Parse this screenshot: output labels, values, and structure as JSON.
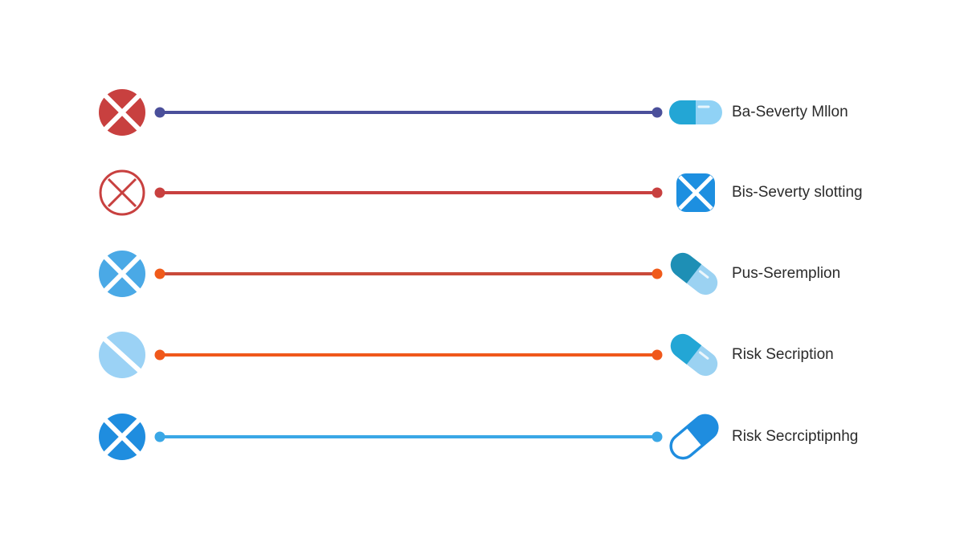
{
  "rows": [
    {
      "label": "Ba-Severty Mllon",
      "line_color": "#4a4f9a",
      "left_icon": "red-x-circle-icon",
      "left_color": "#c8403f",
      "right_icon": "capsule-horizontal-icon",
      "right_colors": [
        "#23a6d5",
        "#90d2f5"
      ]
    },
    {
      "label": "Bis-Severty slotting",
      "line_color": "#c8403f",
      "left_icon": "outlined-x-circle-icon",
      "left_color": "#c8403f",
      "right_icon": "blue-x-square-icon",
      "right_colors": [
        "#1d8fe0"
      ]
    },
    {
      "label": "Pus-Seremplion",
      "line_color": "#c94a3a",
      "dot_color": "#f05a1a",
      "left_icon": "blue-x-circle-icon",
      "left_color": "#4aa9e6",
      "right_icon": "capsule-diagonal-icon",
      "right_colors": [
        "#1e8fb5",
        "#9bd2f2"
      ]
    },
    {
      "label": "Risk Secription",
      "line_color": "#f0581b",
      "left_icon": "light-blue-slash-circle-icon",
      "left_color": "#9bd2f5",
      "right_icon": "capsule-diagonal-icon",
      "right_colors": [
        "#23a6d5",
        "#9bd2f2"
      ]
    },
    {
      "label": "Risk Secrciptipnhg",
      "line_color": "#3aa7e6",
      "left_icon": "blue-x-circle-icon",
      "left_color": "#1f8ddf",
      "right_icon": "capsule-outline-icon",
      "right_colors": [
        "#1f8ddf"
      ]
    }
  ]
}
